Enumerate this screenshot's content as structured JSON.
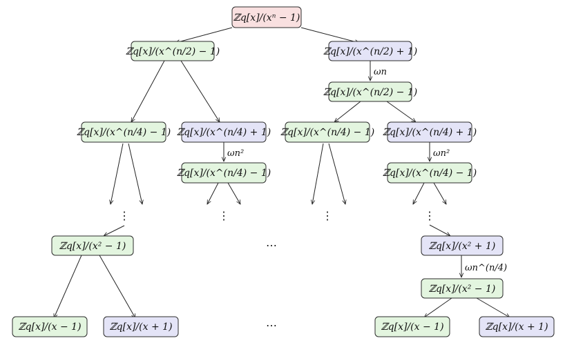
{
  "nodes": {
    "root": {
      "label": "ℤq[x]/(xⁿ − 1)",
      "color": "red"
    },
    "l1": {
      "label": "ℤq[x]/(x^(n/2) − 1)",
      "color": "green"
    },
    "r1": {
      "label": "ℤq[x]/(x^(n/2) + 1)",
      "color": "blue"
    },
    "r1t": {
      "label": "ℤq[x]/(x^(n/2) − 1)",
      "color": "green"
    },
    "a": {
      "label": "ℤq[x]/(x^(n/4) − 1)",
      "color": "green"
    },
    "b": {
      "label": "ℤq[x]/(x^(n/4) + 1)",
      "color": "blue"
    },
    "bt": {
      "label": "ℤq[x]/(x^(n/4) − 1)",
      "color": "green"
    },
    "c": {
      "label": "ℤq[x]/(x^(n/4) − 1)",
      "color": "green"
    },
    "d": {
      "label": "ℤq[x]/(x^(n/4) + 1)",
      "color": "blue"
    },
    "dt": {
      "label": "ℤq[x]/(x^(n/4) − 1)",
      "color": "green"
    },
    "e": {
      "label": "ℤq[x]/(x² − 1)",
      "color": "green"
    },
    "f": {
      "label": "ℤq[x]/(x² + 1)",
      "color": "blue"
    },
    "ft": {
      "label": "ℤq[x]/(x² − 1)",
      "color": "green"
    },
    "g1": {
      "label": "ℤq[x]/(x − 1)",
      "color": "green"
    },
    "g2": {
      "label": "ℤq[x]/(x + 1)",
      "color": "blue"
    },
    "h1": {
      "label": "ℤq[x]/(x − 1)",
      "color": "green"
    },
    "h2": {
      "label": "ℤq[x]/(x + 1)",
      "color": "blue"
    }
  },
  "twiddles": {
    "t1": "ωn",
    "t2": "ωn²",
    "t3": "ωn²",
    "t4": "ωn^(n/4)"
  },
  "ellipsis": {
    "vertical": "⋮",
    "horizontal": "⋯"
  }
}
